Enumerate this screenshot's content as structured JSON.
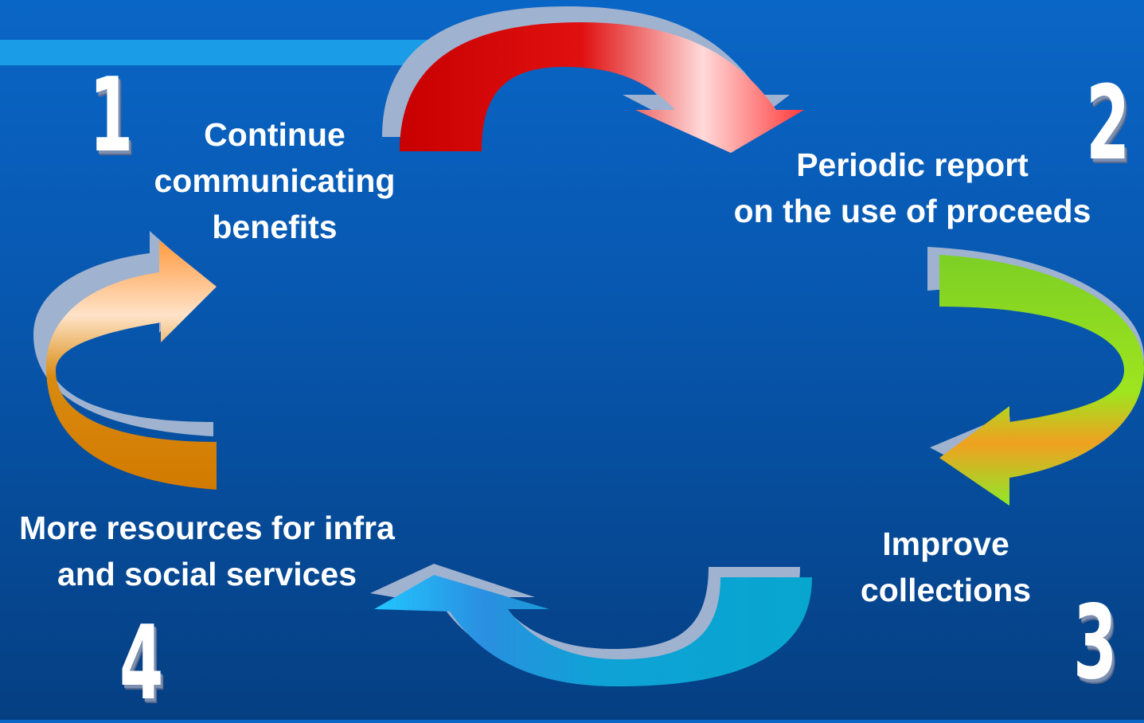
{
  "steps": [
    {
      "number": "1",
      "lines": [
        "Continue",
        "communicating",
        "benefits"
      ],
      "arrow_color": "#cc0000"
    },
    {
      "number": "2",
      "lines": [
        "Periodic report",
        "on the use of proceeds"
      ],
      "arrow_color": "#7dc82a"
    },
    {
      "number": "3",
      "lines": [
        "Improve",
        "collections"
      ],
      "arrow_color": "#0aa7d0"
    },
    {
      "number": "4",
      "lines": [
        "More resources for infra",
        "and social services"
      ],
      "arrow_color": "#d07a00"
    }
  ],
  "colors": {
    "background": "#0756ad",
    "accent_bar": "#1a9de6",
    "text": "#ffffff",
    "arrow_shadow": "#9fb2d0"
  }
}
